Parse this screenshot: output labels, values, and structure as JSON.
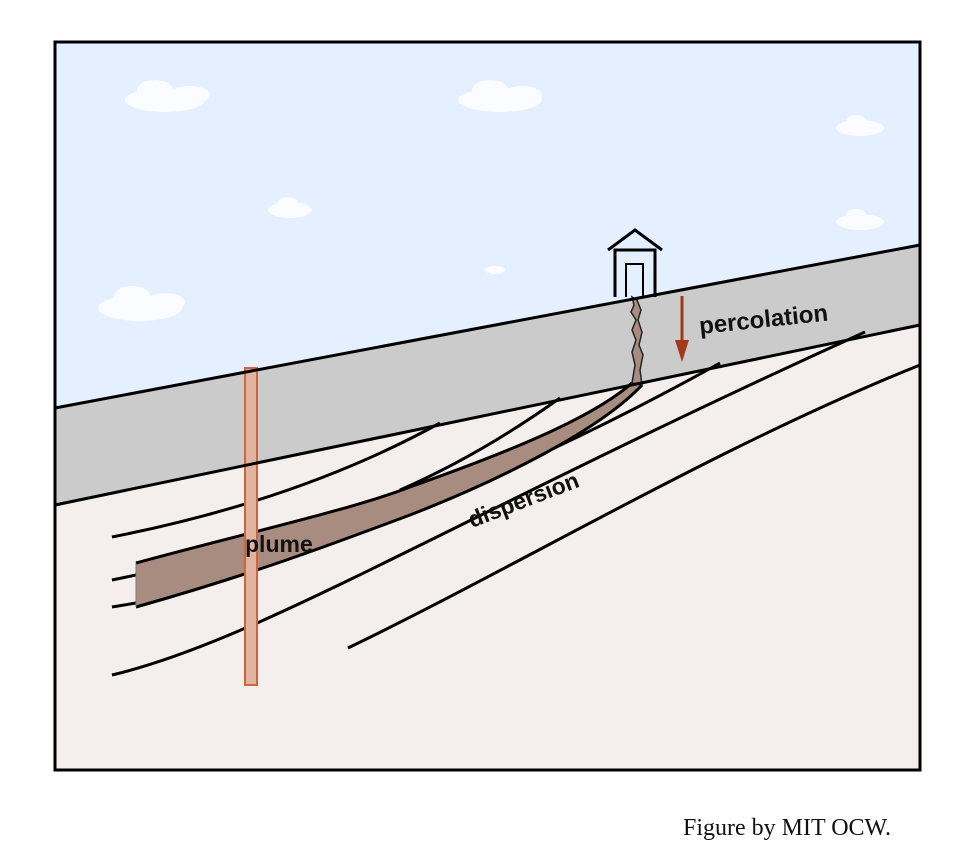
{
  "labels": {
    "percolation": "percolation",
    "plume": "plume",
    "dispersion": "dispersion"
  },
  "caption": "Figure by MIT OCW.",
  "colors": {
    "sky": "#e4efff",
    "unsaturated_zone": "#cbcbcb",
    "aquifer": "#f4efec",
    "plume": "#a88c80",
    "well": "#e0b4a0",
    "well_outline": "#d0643a",
    "arrow": "#a03a1a"
  }
}
